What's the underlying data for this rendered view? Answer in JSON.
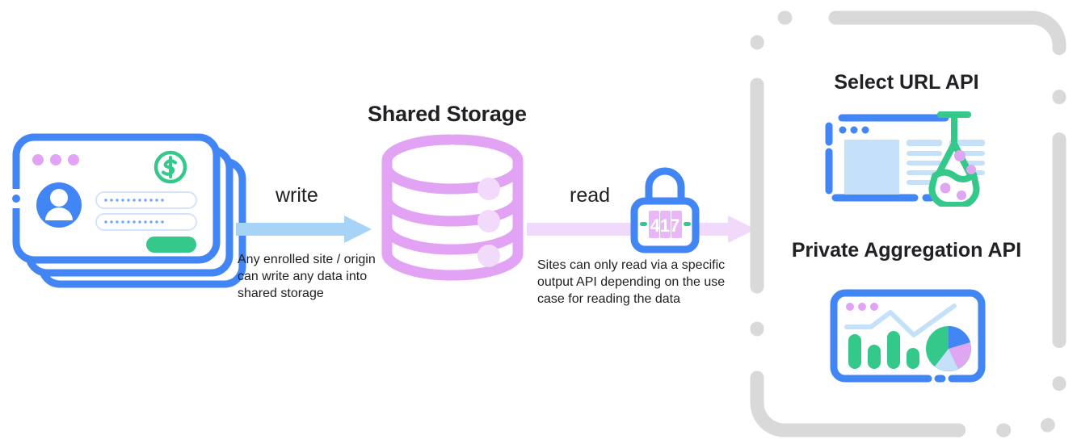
{
  "diagram": {
    "title": "Shared Storage data flow",
    "colors": {
      "blue": "#4285F4",
      "light_blue_arrow": "#A7D3F7",
      "light_blue_fill": "#C5E1F9",
      "green": "#34C98B",
      "purple": "#E3A3F5",
      "light_purple_arrow": "#F0D9FA",
      "purple_dot": "#DFA6F2",
      "gray_dash": "#D9D9D9",
      "text": "#202124"
    }
  },
  "left": {
    "card_stack": {
      "name": "enrolled site login pages",
      "dots": [
        "dot-1",
        "dot-2",
        "dot-3"
      ],
      "badge_icon": "dollar-circle-icon",
      "avatar_icon": "user-avatar-icon",
      "field_1_value": "•••••••••••",
      "field_2_value": "•••••••••••",
      "submit_button_label": ""
    }
  },
  "write": {
    "label": "write",
    "caption": "Any enrolled site / origin can write any data into shared storage",
    "arrow_icon": "write-arrow-right-icon"
  },
  "storage": {
    "title": "Shared Storage",
    "icon": "database-cylinder-icon",
    "layers": 3,
    "layer_dots": 3
  },
  "read": {
    "label": "read",
    "caption": "Sites can only read via a specific output API depending on the use case for reading the data",
    "arrow_icon": "read-arrow-right-icon",
    "lock_icon": "combination-lock-icon",
    "lock_combination": "417"
  },
  "output_apis": {
    "panel_border": "dashed-rounded-frame",
    "items": [
      {
        "title": "Select URL API",
        "icon": "browser-window-with-flask-icon",
        "flask_bubbles": 4,
        "window_dots": 3
      },
      {
        "title": "Private Aggregation API",
        "icon": "dashboard-charts-icon",
        "window_dots": 3,
        "bar_count": 4,
        "pie_slices": 4
      }
    ]
  },
  "chart_data": {
    "type": "bar",
    "title": "Private Aggregation API dashboard icon",
    "categories": [
      "bar-1",
      "bar-2",
      "bar-3",
      "bar-4"
    ],
    "values": [
      78,
      52,
      83,
      47
    ],
    "xlabel": "",
    "ylabel": "",
    "ylim": [
      0,
      100
    ],
    "series": [
      {
        "name": "bars",
        "values": [
          78,
          52,
          83,
          47
        ]
      },
      {
        "name": "trend-line",
        "values": [
          22,
          24,
          60,
          30,
          92
        ]
      }
    ],
    "pie": {
      "labels": [
        "green",
        "blue",
        "purple",
        "light-blue"
      ],
      "values": [
        50,
        18,
        17,
        15
      ]
    }
  }
}
